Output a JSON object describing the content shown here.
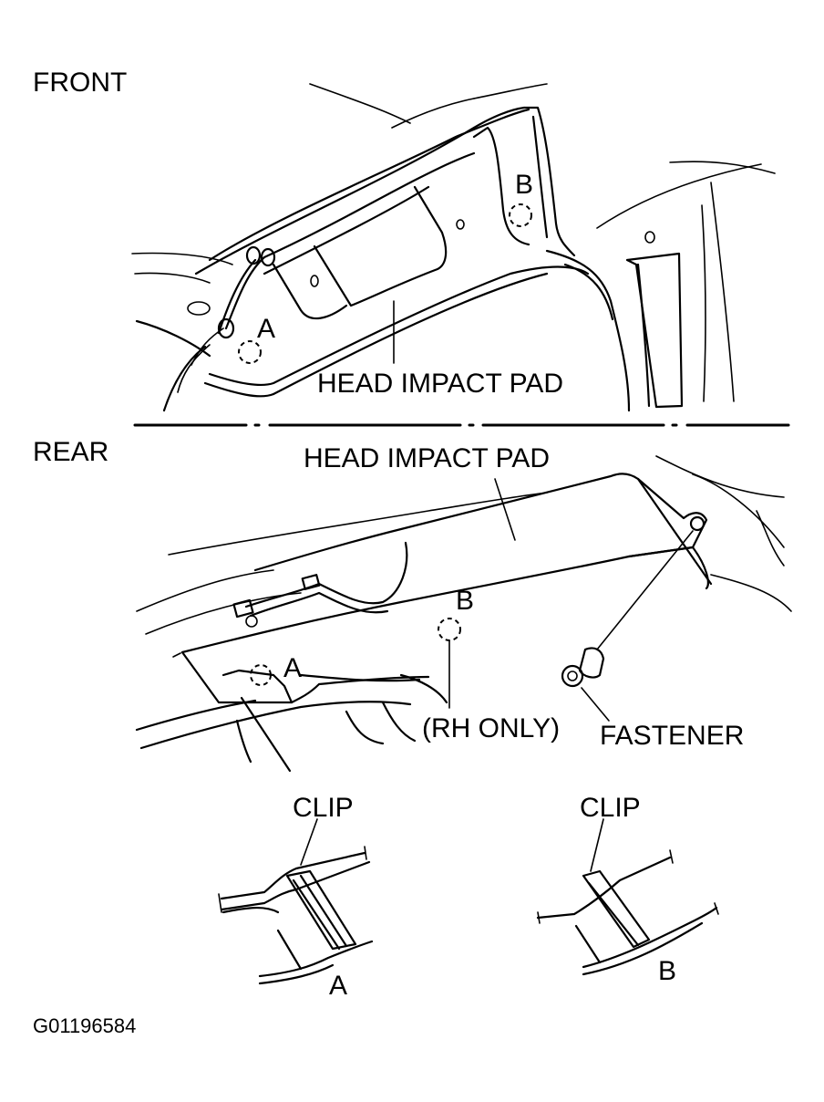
{
  "labels": {
    "front": "FRONT",
    "rear": "REAR",
    "head_impact_pad_front": "HEAD IMPACT PAD",
    "head_impact_pad_rear": "HEAD IMPACT PAD",
    "point_a_front": "A",
    "point_b_front": "B",
    "point_a_rear": "A",
    "point_b_rear": "B",
    "rh_only": "(RH ONLY)",
    "fastener": "FASTENER",
    "clip_a_title": "CLIP",
    "clip_b_title": "CLIP",
    "clip_a_letter": "A",
    "clip_b_letter": "B",
    "figure_id": "G01196584"
  }
}
